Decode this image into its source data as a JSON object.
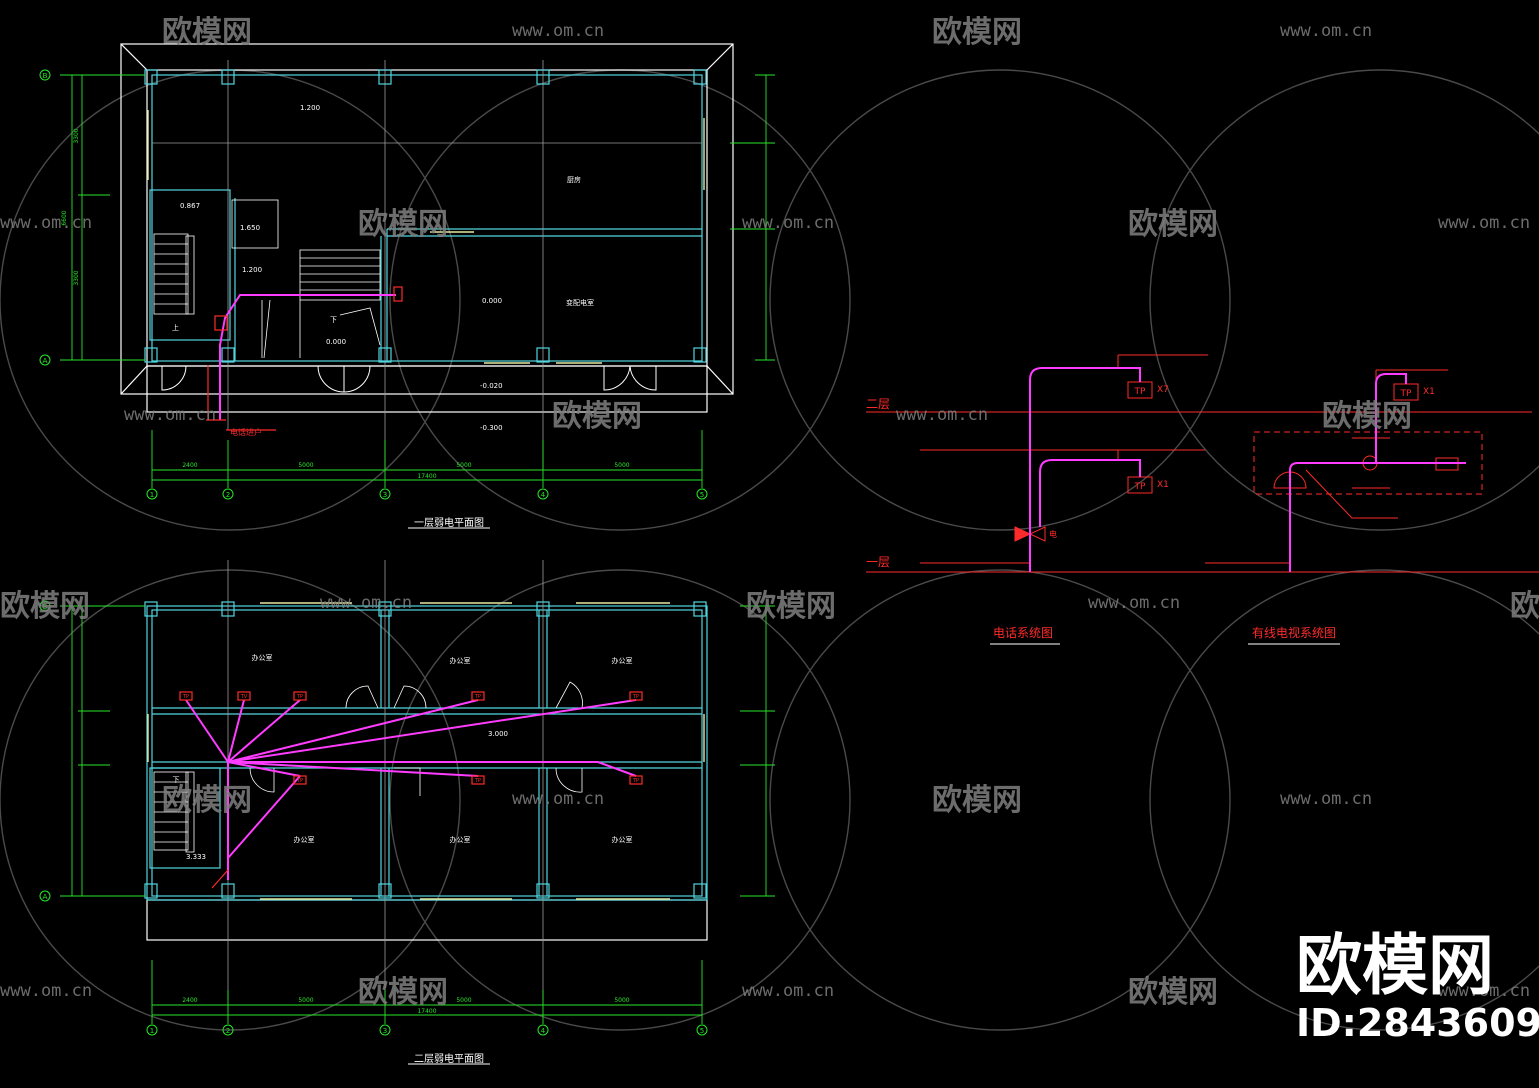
{
  "colors": {
    "background": "#000000",
    "wall": "#ffffff",
    "column": "#4fd6e0",
    "grid_line": "#9a9a9a",
    "dimension": "#27e627",
    "wire": "#ff3cff",
    "device": "#ff2a2a",
    "text": "#ffffff",
    "window": "#e8e8a0",
    "watermark": "#7f7f7f"
  },
  "watermark": {
    "brand": "欧模网",
    "url": "www.om.cn",
    "big_brand": "欧模网",
    "id_text": "ID:2843609"
  },
  "plan1": {
    "title": "一层弱电平面图",
    "axes_x": [
      "1",
      "2",
      "3",
      "4",
      "5"
    ],
    "axes_y": [
      "A",
      "B"
    ],
    "dims_bottom": [
      "2400",
      "5000",
      "5000",
      "5000"
    ],
    "dim_total": "17400",
    "dims_left": [
      "3300",
      "3300"
    ],
    "dim_left_total": "6600",
    "rooms": [
      "厨房",
      "变配电室"
    ],
    "elevations": [
      "1.200",
      "1.650",
      "0.867",
      "1.200",
      "0.000",
      "0.000",
      "-0.020",
      "-0.300"
    ],
    "stair_down": "下",
    "stair_up": "上",
    "entry_note": "电话进户"
  },
  "plan2": {
    "title": "二层弱电平面图",
    "axes_x": [
      "1",
      "2",
      "3",
      "4",
      "5"
    ],
    "axes_y": [
      "A",
      "B"
    ],
    "dims_bottom": [
      "2400",
      "5000",
      "5000",
      "5000"
    ],
    "dim_total": "17400",
    "rooms": [
      "办公室",
      "办公室",
      "办公室",
      "办公室",
      "办公室",
      "办公室"
    ],
    "elevations": [
      "3.000",
      "3.333"
    ],
    "stair_down": "下",
    "tp": "TP",
    "tv": "TV"
  },
  "phone_system": {
    "title": "电话系统图",
    "floor_upper": "二层",
    "floor_lower": "一层",
    "tp_upper": "TP",
    "tp_upper_count": "X7",
    "tp_lower": "TP",
    "tp_lower_count": "X1",
    "box_note": "电"
  },
  "tv_system": {
    "title": "有线电视系统图",
    "tp": "TP",
    "tp_count": "X1"
  }
}
